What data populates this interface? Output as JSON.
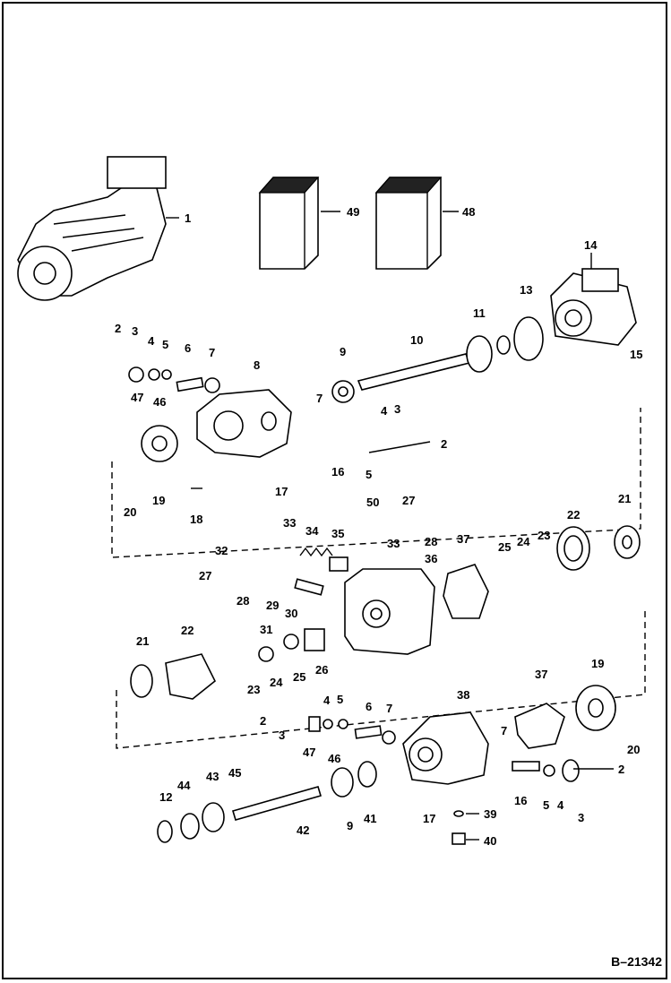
{
  "diagram": {
    "reference": "B–21342",
    "labels": [
      {
        "id": "l1",
        "text": "1"
      },
      {
        "id": "l49",
        "text": "49"
      },
      {
        "id": "l48",
        "text": "48"
      },
      {
        "id": "l14",
        "text": "14"
      },
      {
        "id": "l15",
        "text": "15"
      },
      {
        "id": "l11",
        "text": "11"
      },
      {
        "id": "l13",
        "text": "13"
      },
      {
        "id": "l10",
        "text": "10"
      },
      {
        "id": "l9a",
        "text": "9"
      },
      {
        "id": "l2a",
        "text": "2"
      },
      {
        "id": "l3a",
        "text": "3"
      },
      {
        "id": "l4a",
        "text": "4"
      },
      {
        "id": "l5a",
        "text": "5"
      },
      {
        "id": "l6a",
        "text": "6"
      },
      {
        "id": "l7a",
        "text": "7"
      },
      {
        "id": "l8",
        "text": "8"
      },
      {
        "id": "l47a",
        "text": "47"
      },
      {
        "id": "l46a",
        "text": "46"
      },
      {
        "id": "l7b",
        "text": "7"
      },
      {
        "id": "l4b",
        "text": "4"
      },
      {
        "id": "l3b",
        "text": "3"
      },
      {
        "id": "l2b",
        "text": "2"
      },
      {
        "id": "l16a",
        "text": "16"
      },
      {
        "id": "l5b",
        "text": "5"
      },
      {
        "id": "l17a",
        "text": "17"
      },
      {
        "id": "l20a",
        "text": "20"
      },
      {
        "id": "l19a",
        "text": "19"
      },
      {
        "id": "l18",
        "text": "18"
      },
      {
        "id": "l50",
        "text": "50"
      },
      {
        "id": "l27a",
        "text": "27"
      },
      {
        "id": "l33a",
        "text": "33"
      },
      {
        "id": "l34",
        "text": "34"
      },
      {
        "id": "l35",
        "text": "35"
      },
      {
        "id": "l33b",
        "text": "33"
      },
      {
        "id": "l28a",
        "text": "28"
      },
      {
        "id": "l37a",
        "text": "37"
      },
      {
        "id": "l36",
        "text": "36"
      },
      {
        "id": "l25a",
        "text": "25"
      },
      {
        "id": "l24a",
        "text": "24"
      },
      {
        "id": "l23a",
        "text": "23"
      },
      {
        "id": "l22",
        "text": "22"
      },
      {
        "id": "l21a",
        "text": "21"
      },
      {
        "id": "l32",
        "text": "32"
      },
      {
        "id": "l27b",
        "text": "27"
      },
      {
        "id": "l28b",
        "text": "28"
      },
      {
        "id": "l29",
        "text": "29"
      },
      {
        "id": "l30",
        "text": "30"
      },
      {
        "id": "l31",
        "text": "31"
      },
      {
        "id": "l23b",
        "text": "23"
      },
      {
        "id": "l24b",
        "text": "24"
      },
      {
        "id": "l25b",
        "text": "25"
      },
      {
        "id": "l26",
        "text": "26"
      },
      {
        "id": "l21b",
        "text": "21"
      },
      {
        "id": "l22b",
        "text": "22"
      },
      {
        "id": "l37b",
        "text": "37"
      },
      {
        "id": "l19b",
        "text": "19"
      },
      {
        "id": "l38",
        "text": "38"
      },
      {
        "id": "l2c",
        "text": "2"
      },
      {
        "id": "l4c",
        "text": "4"
      },
      {
        "id": "l5c",
        "text": "5"
      },
      {
        "id": "l3c",
        "text": "3"
      },
      {
        "id": "l6b",
        "text": "6"
      },
      {
        "id": "l7c",
        "text": "7"
      },
      {
        "id": "l47b",
        "text": "47"
      },
      {
        "id": "l46b",
        "text": "46"
      },
      {
        "id": "l7d",
        "text": "7"
      },
      {
        "id": "l20b",
        "text": "20"
      },
      {
        "id": "l2d",
        "text": "2"
      },
      {
        "id": "l16b",
        "text": "16"
      },
      {
        "id": "l5d",
        "text": "5"
      },
      {
        "id": "l4d",
        "text": "4"
      },
      {
        "id": "l3d",
        "text": "3"
      },
      {
        "id": "l12",
        "text": "12"
      },
      {
        "id": "l44",
        "text": "44"
      },
      {
        "id": "l43",
        "text": "43"
      },
      {
        "id": "l45",
        "text": "45"
      },
      {
        "id": "l42",
        "text": "42"
      },
      {
        "id": "l9b",
        "text": "9"
      },
      {
        "id": "l41",
        "text": "41"
      },
      {
        "id": "l17b",
        "text": "17"
      },
      {
        "id": "l39",
        "text": "39"
      },
      {
        "id": "l40",
        "text": "40"
      }
    ]
  }
}
